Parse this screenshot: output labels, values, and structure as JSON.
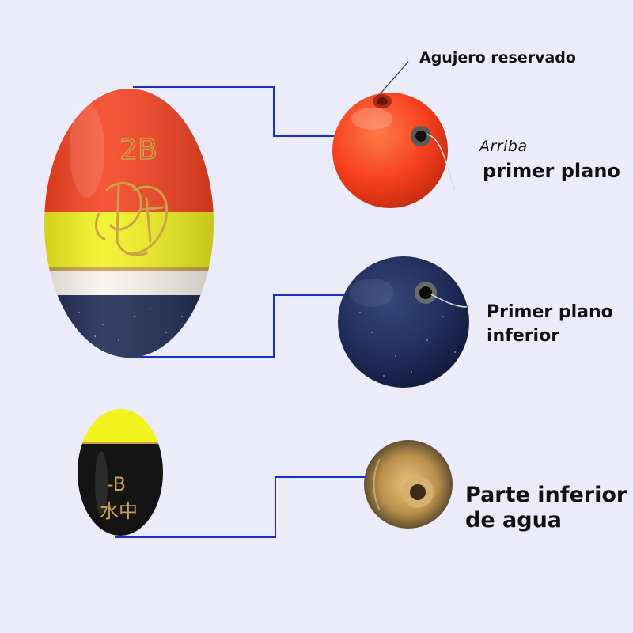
{
  "labels": {
    "reserved_hole": "Agujero reservado",
    "top_small": "Arriba",
    "top_large": "primer plano",
    "bottom_line1": "Primer plano",
    "bottom_line2": "inferior",
    "water_line1": "Parte inferior",
    "water_line2": "de agua"
  },
  "float_large": {
    "mark": "2B"
  },
  "float_small": {
    "mark": "-B",
    "kanji": "水中"
  },
  "colors": {
    "background": "#ecebfa",
    "connector": "#1a2fc8",
    "orange": "#f5401e",
    "yellow": "#f2f21e",
    "navy": "#1c2650",
    "black": "#141414",
    "gold": "#c9a24a",
    "text": "#111111"
  }
}
